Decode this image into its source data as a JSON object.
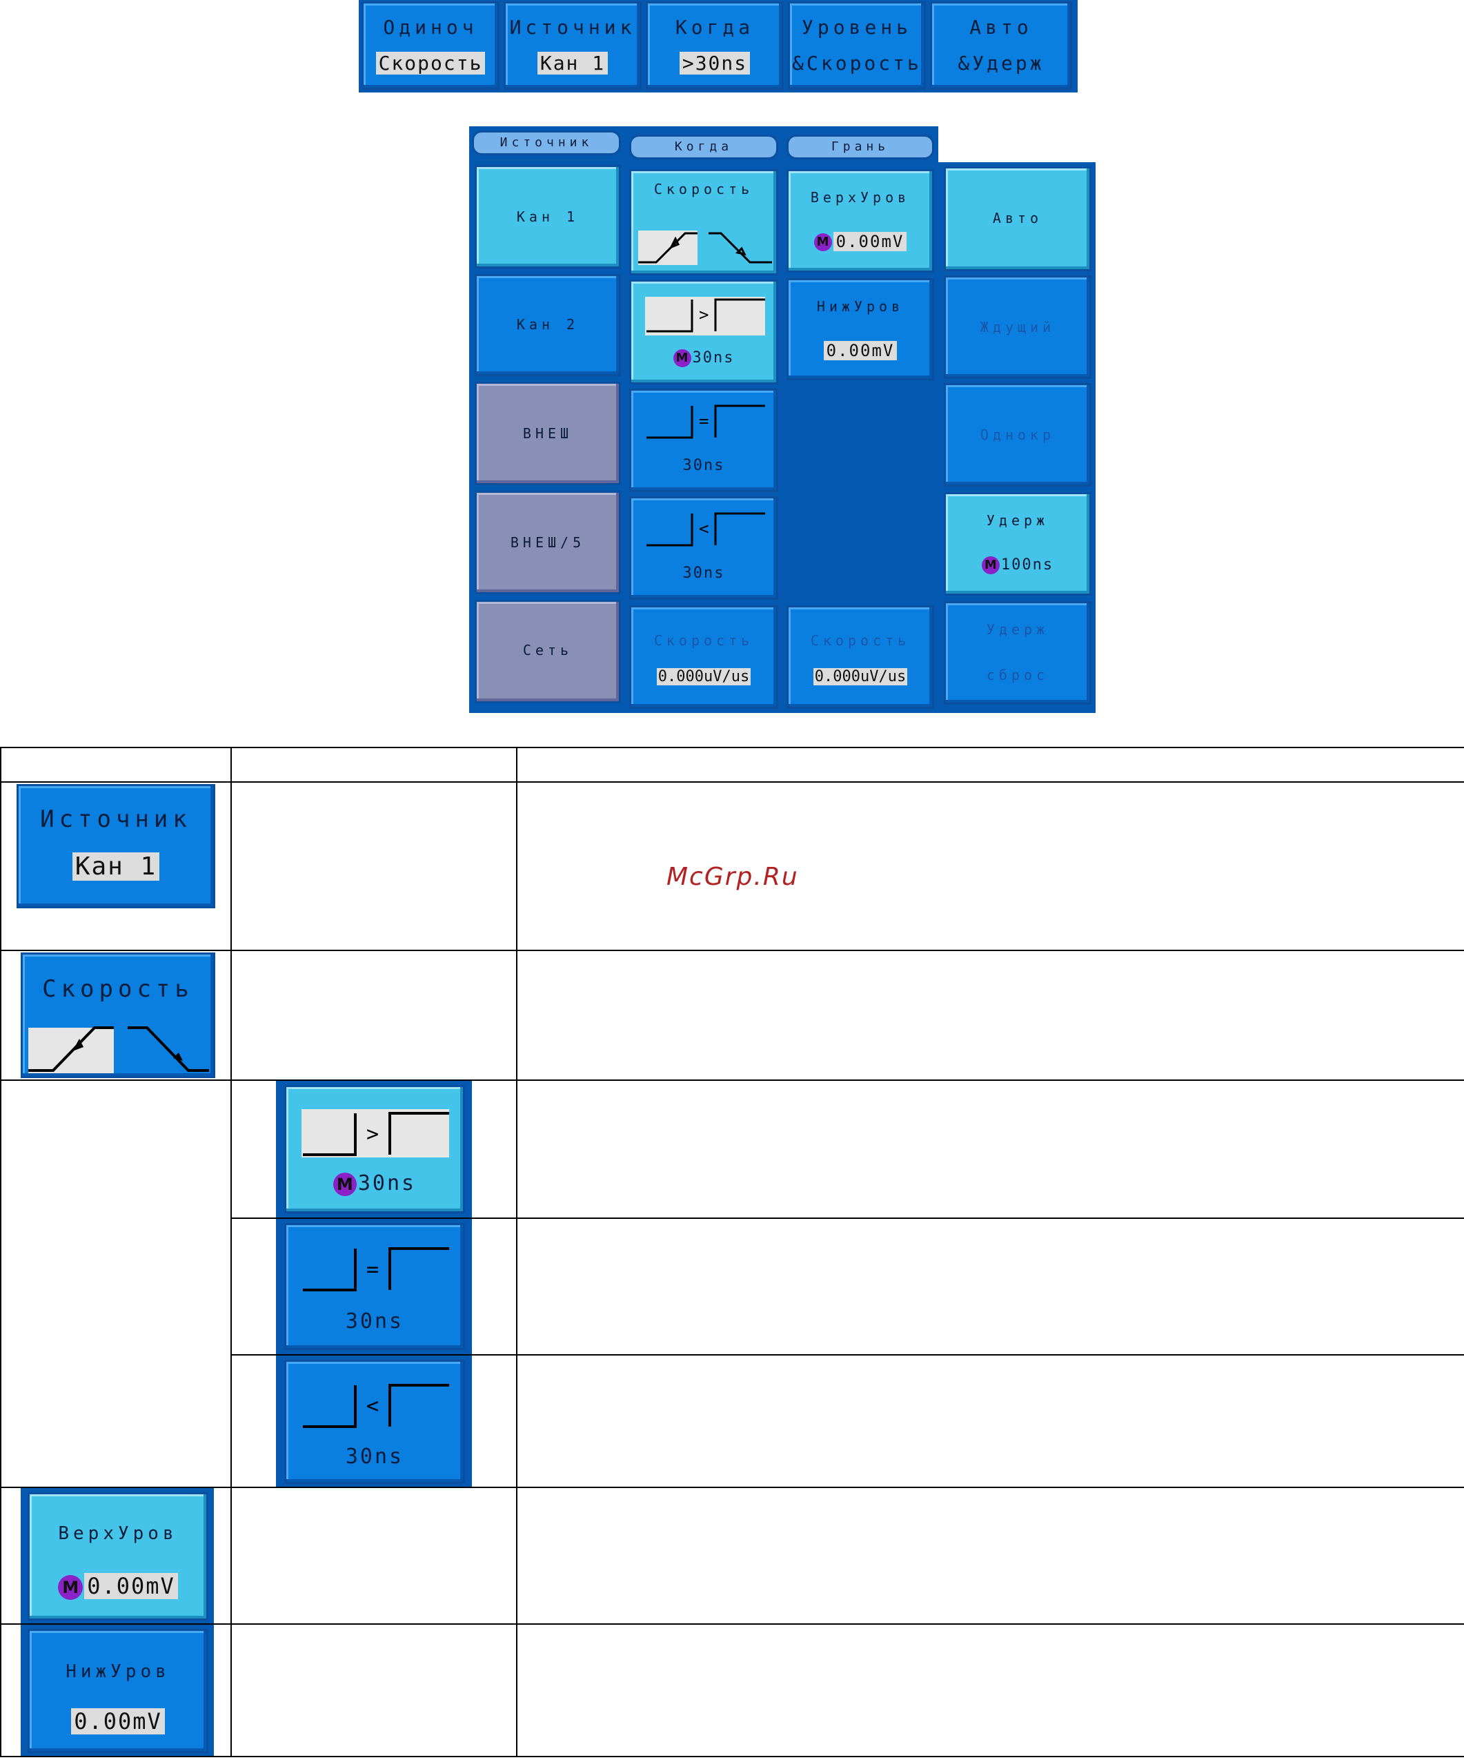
{
  "top_menu": [
    {
      "title": "Одиноч",
      "value": "Скорость"
    },
    {
      "title": "Источник",
      "value": "Кан 1"
    },
    {
      "title": "Когда",
      "value": ">30ns"
    },
    {
      "title": "Уровень",
      "value": "&Скорость"
    },
    {
      "title": "Авто",
      "value": "&Удерж"
    }
  ],
  "panel": {
    "source": {
      "title": "Источник",
      "items": [
        "Кан 1",
        "Кан 2",
        "ВНЕШ",
        "ВНЕШ/5",
        "Сеть"
      ]
    },
    "when": {
      "title": "Когда",
      "slope_label": "Скорость",
      "cond_gt_value": "30ns",
      "cond_eq_value": "30ns",
      "cond_lt_value": "30ns",
      "rate_label": "Скорость",
      "rate_value": "0.000uV/us"
    },
    "edge": {
      "title": "Грань",
      "upper_label": "ВерхУров",
      "upper_value": "0.00mV",
      "lower_label": "НижУров",
      "lower_value": "0.00mV",
      "rate_label": "Скорость",
      "rate_value": "0.000uV/us"
    },
    "mode": {
      "items": [
        "Авто",
        "Ждущий",
        "Однокр"
      ],
      "holdoff_label": "Удерж",
      "holdoff_value": "100ns",
      "holdoff_reset_l1": "Удерж",
      "holdoff_reset_l2": "сброс"
    }
  },
  "m_badge": "M",
  "table": {
    "source_btn": {
      "title": "Источник",
      "value": "Кан 1"
    },
    "slope_btn": {
      "title": "Скорость"
    },
    "cond_gt": {
      "value": "30ns"
    },
    "cond_eq": {
      "value": "30ns"
    },
    "cond_lt": {
      "value": "30ns"
    },
    "upper_btn": {
      "title": "ВерхУров",
      "value": "0.00mV"
    },
    "lower_btn": {
      "title": "НижУров",
      "value": "0.00mV"
    }
  },
  "watermark": "McGrp.Ru"
}
